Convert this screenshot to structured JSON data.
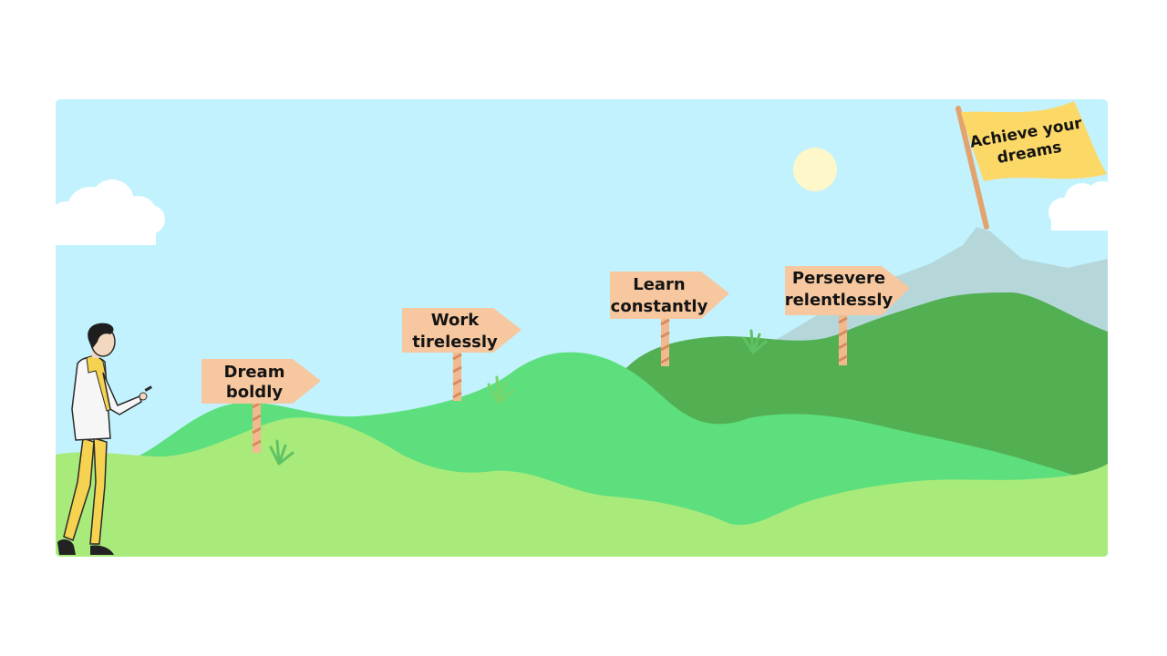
{
  "scene": {
    "signs": [
      {
        "line1": "Dream",
        "line2": "boldly"
      },
      {
        "line1": "Work",
        "line2": "tirelessly"
      },
      {
        "line1": "Learn",
        "line2": "constantly"
      },
      {
        "line1": "Persevere",
        "line2": "relentlessly"
      }
    ],
    "flag": {
      "line1": "Achieve your",
      "line2": "dreams"
    }
  },
  "colors": {
    "sky": "#c2f2fd",
    "sun": "#fdf7c9",
    "cloud": "#ffffff",
    "mountain": "#b5d7da",
    "hill_dark": "#52b052",
    "hill_mid": "#5ddf7d",
    "hill_light": "#a8eb7b",
    "sign_board": "#f7c79f",
    "flag": "#fcd867",
    "person_pants": "#f5d24f",
    "person_scarf": "#f5d24f",
    "grass_tuft": "#5ec264"
  }
}
